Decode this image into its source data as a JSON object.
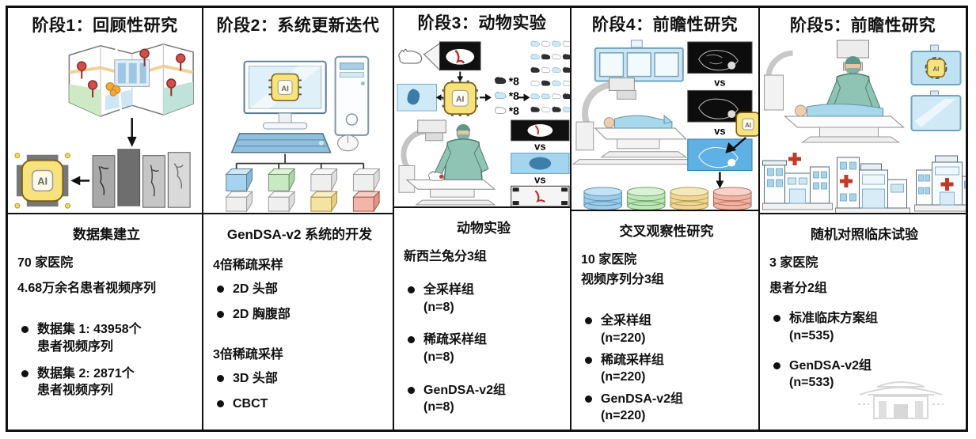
{
  "figure": {
    "type": "study-flow-diagram",
    "stage_count": 5
  },
  "colors": {
    "border": "#111111",
    "ai_chip_yellow": "#f7e27b",
    "cube_blue": "#a6d3ee",
    "cube_green": "#c9e9c2",
    "cube_yellow": "#f4e3a1",
    "cube_red": "#f2b5a8",
    "cylinder_blue": "#9ecbe8",
    "cylinder_green": "#bce7b6",
    "cylinder_yellow": "#eed695",
    "cylinder_red": "#f1b3a3",
    "surgeon_teal": "#8fc4b4",
    "patient_blue": "#a9d8ea",
    "red_cross": "#c0392b"
  },
  "illustrations": {
    "ai": "AI",
    "vs": "vs",
    "times8": "*8"
  },
  "columns": [
    {
      "header": "阶段1：回顾性研究",
      "section_title": "数据集建立",
      "lines": [
        "70 家医院",
        "4.68万余名患者视频序列"
      ],
      "bullets": [
        {
          "label": "数据集 1: 43958个",
          "sub": "患者视频序列"
        },
        {
          "label": "数据集 2: 2871个",
          "sub": "患者视频序列"
        }
      ]
    },
    {
      "header": "阶段2：系统更新迭代",
      "section_title": "GenDSA-v2 系统的开发",
      "groups": [
        {
          "heading": "4倍稀疏采样",
          "bullets": [
            "2D 头部",
            "2D 胸腹部"
          ]
        },
        {
          "heading": "3倍稀疏采样",
          "bullets": [
            "3D 头部",
            "CBCT"
          ]
        }
      ]
    },
    {
      "header": "阶段3：动物实验",
      "section_title": "动物实验",
      "lines": [
        "新西兰兔分3组"
      ],
      "bullets": [
        {
          "label": "全采样组",
          "sub": "(n=8)"
        },
        {
          "label": "稀疏采样组",
          "sub": "(n=8)"
        },
        {
          "label": "GenDSA-v2组",
          "sub": "(n=8)"
        }
      ]
    },
    {
      "header": "阶段4：前瞻性研究",
      "section_title": "交叉观察性研究",
      "lines": [
        "10 家医院",
        "视频序列分3组"
      ],
      "bullets": [
        {
          "label": "全采样组",
          "sub": "(n=220)"
        },
        {
          "label": "稀疏采样组",
          "sub": "(n=220)"
        },
        {
          "label": "GenDSA-v2组",
          "sub": "(n=220)"
        }
      ]
    },
    {
      "header": "阶段5：前瞻性研究",
      "section_title": "随机对照临床试验",
      "lines": [
        "3 家医院",
        "患者分2组"
      ],
      "bullets": [
        {
          "label": "标准临床方案组",
          "sub": "(n=535)"
        },
        {
          "label": "GenDSA-v2组",
          "sub": "(n=533)"
        }
      ]
    }
  ]
}
